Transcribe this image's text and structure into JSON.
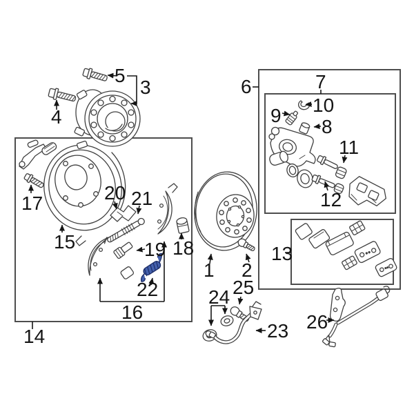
{
  "diagram": {
    "type": "parts-exploded-diagram",
    "subject": "rear disc brake assembly",
    "background_color": "#ffffff",
    "line_color": "#3f3f3f",
    "box_color": "#4d4d4d",
    "label_color": "#151515",
    "highlight_color": "#4461ad",
    "highlighted_callout": "22",
    "callouts": [
      {
        "label": "1",
        "part": "brake-rotor"
      },
      {
        "label": "2",
        "part": "rotor-mounting-screw"
      },
      {
        "label": "3",
        "part": "wheel-hub-bearing-assembly"
      },
      {
        "label": "4",
        "part": "hub-bolt-long"
      },
      {
        "label": "5",
        "part": "hub-bolt-short"
      },
      {
        "label": "6",
        "part": "caliper-assembly-group"
      },
      {
        "label": "7",
        "part": "caliper-repair-kit-group"
      },
      {
        "label": "8",
        "part": "bleeder-screw-cap"
      },
      {
        "label": "9",
        "part": "bleeder-screw"
      },
      {
        "label": "10",
        "part": "retaining-clip"
      },
      {
        "label": "11",
        "part": "guide-pin-bushing"
      },
      {
        "label": "12",
        "part": "caliper-guide-pin"
      },
      {
        "label": "13",
        "part": "brake-pad-set"
      },
      {
        "label": "14",
        "part": "backing-plate-group"
      },
      {
        "label": "15",
        "part": "brake-backing-plate"
      },
      {
        "label": "16",
        "part": "parking-brake-shoe-set"
      },
      {
        "label": "17",
        "part": "mounting-bolt"
      },
      {
        "label": "18",
        "part": "adjuster-piston"
      },
      {
        "label": "19",
        "part": "shoe-adjuster"
      },
      {
        "label": "20",
        "part": "operating-lever"
      },
      {
        "label": "21",
        "part": "adjuster-strut"
      },
      {
        "label": "22",
        "part": "shoe-return-spring-highlighted"
      },
      {
        "label": "23",
        "part": "brake-hydraulic-hose"
      },
      {
        "label": "24",
        "part": "sealing-washers"
      },
      {
        "label": "25",
        "part": "banjo-bolt"
      },
      {
        "label": "26",
        "part": "abs-wheel-speed-sensor"
      }
    ]
  }
}
